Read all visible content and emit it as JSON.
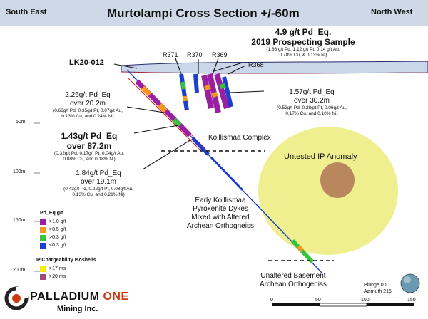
{
  "header": {
    "left_corner": "South East",
    "title": "Murtolampi Cross Section +/-60m",
    "right_corner": "North West"
  },
  "sample": {
    "title_line1": "4.9 g/t Pd_Eq.",
    "title_line2": "2019 Prospecting Sample",
    "detail_line1": "(1.86 g/t Pd, 1.12 g/t Pt, 0.14 g/t Au,",
    "detail_line2": "0.78% Cu, & 0.13% Ni)"
  },
  "holes": {
    "lk": "LK20-012",
    "r371": "R371",
    "r370": "R370",
    "r369": "R369",
    "r368": "R368"
  },
  "intercepts": {
    "a": {
      "l1": "2.26g/t Pd_Eq",
      "l2": "over 20.2m",
      "d1": "(0.63g/t Pd, 0.35g/t Pt, 0.07g/t Au,",
      "d2": "0.13% Cu, and 0.24% Ni)"
    },
    "b": {
      "l1": "1.43g/t Pd_Eq",
      "l2": "over 87.2m",
      "d1": "(0.32g/t Pd, 0.17g/t Pt, 0.04g/t Au,",
      "d2": "0.08% Cu, and 0.18% Ni)"
    },
    "c": {
      "l1": "1.84g/t Pd_Eq",
      "l2": "over 19.1m",
      "d1": "(0.43g/t Pd, 0.22g/t Pt, 0.08g/t Au,",
      "d2": "0.13% Cu, and 0.21% Ni)"
    },
    "d": {
      "l1": "1.57g/t Pd_Eq",
      "l2": "over 30.2m",
      "d1": "(0.52g/t Pd, 0.28g/t Pt, 0.06g/t Au,",
      "d2": "0.17% Cu, and 0.10% Ni)"
    }
  },
  "geology": {
    "complex": "Koillismaa Complex",
    "dykes_1": "Early Koillismaa",
    "dykes_2": "Pyroxenite Dykes",
    "dykes_3": "Mixed with Altered",
    "dykes_4": "Archean Orthogneiss",
    "anomaly": "Untested IP Anomaly",
    "basement_1": "Unaltered Basement",
    "basement_2": "Archean Orthogeniss"
  },
  "depths": [
    "50m",
    "100m",
    "150m",
    "200m"
  ],
  "legend": {
    "pd_title": "Pd_Eq g/t",
    "pd_items": [
      {
        "label": ">1.0 g/t",
        "color": "#9b1fa3"
      },
      {
        "label": ">0.5 g/t",
        "color": "#f39a1e"
      },
      {
        "label": ">0.3 g/t",
        "color": "#35c43a"
      },
      {
        "label": "<0.3 g/t",
        "color": "#1d3fd0"
      }
    ],
    "ip_title": "IP Chargeability Isoshells",
    "ip_items": [
      {
        "label": ">17 ms",
        "color": "#f2f000"
      },
      {
        "label": ">20 ms",
        "color": "#9a4e7a"
      }
    ]
  },
  "logo": {
    "line1": "PALLADIUM",
    "line1b": "ONE",
    "line2": "Mining Inc."
  },
  "view": {
    "plunge": "Plunge 00",
    "azimuth": "Azimuth 215"
  },
  "scale": [
    "0",
    "50",
    "100",
    "150"
  ]
}
